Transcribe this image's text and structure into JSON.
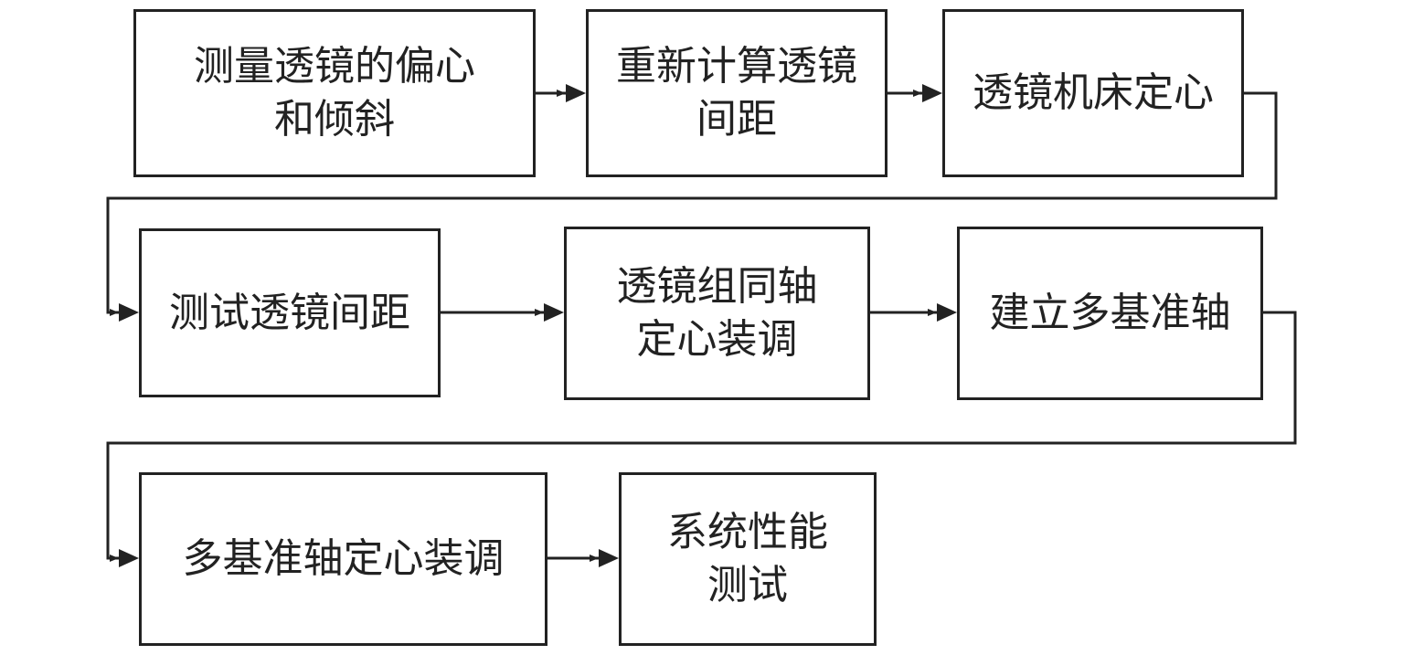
{
  "steps": [
    {
      "line1": "测量透镜的偏心",
      "line2": "和倾斜"
    },
    {
      "line1": "重新计算透镜",
      "line2": "间距"
    },
    {
      "line1": "透镜机床定心",
      "line2": ""
    },
    {
      "line1": "测试透镜间距",
      "line2": ""
    },
    {
      "line1": "透镜组同轴",
      "line2": "定心装调"
    },
    {
      "line1": "建立多基准轴",
      "line2": ""
    },
    {
      "line1": "多基准轴定心装调",
      "line2": ""
    },
    {
      "line1": "系统性能",
      "line2": "测试"
    }
  ]
}
